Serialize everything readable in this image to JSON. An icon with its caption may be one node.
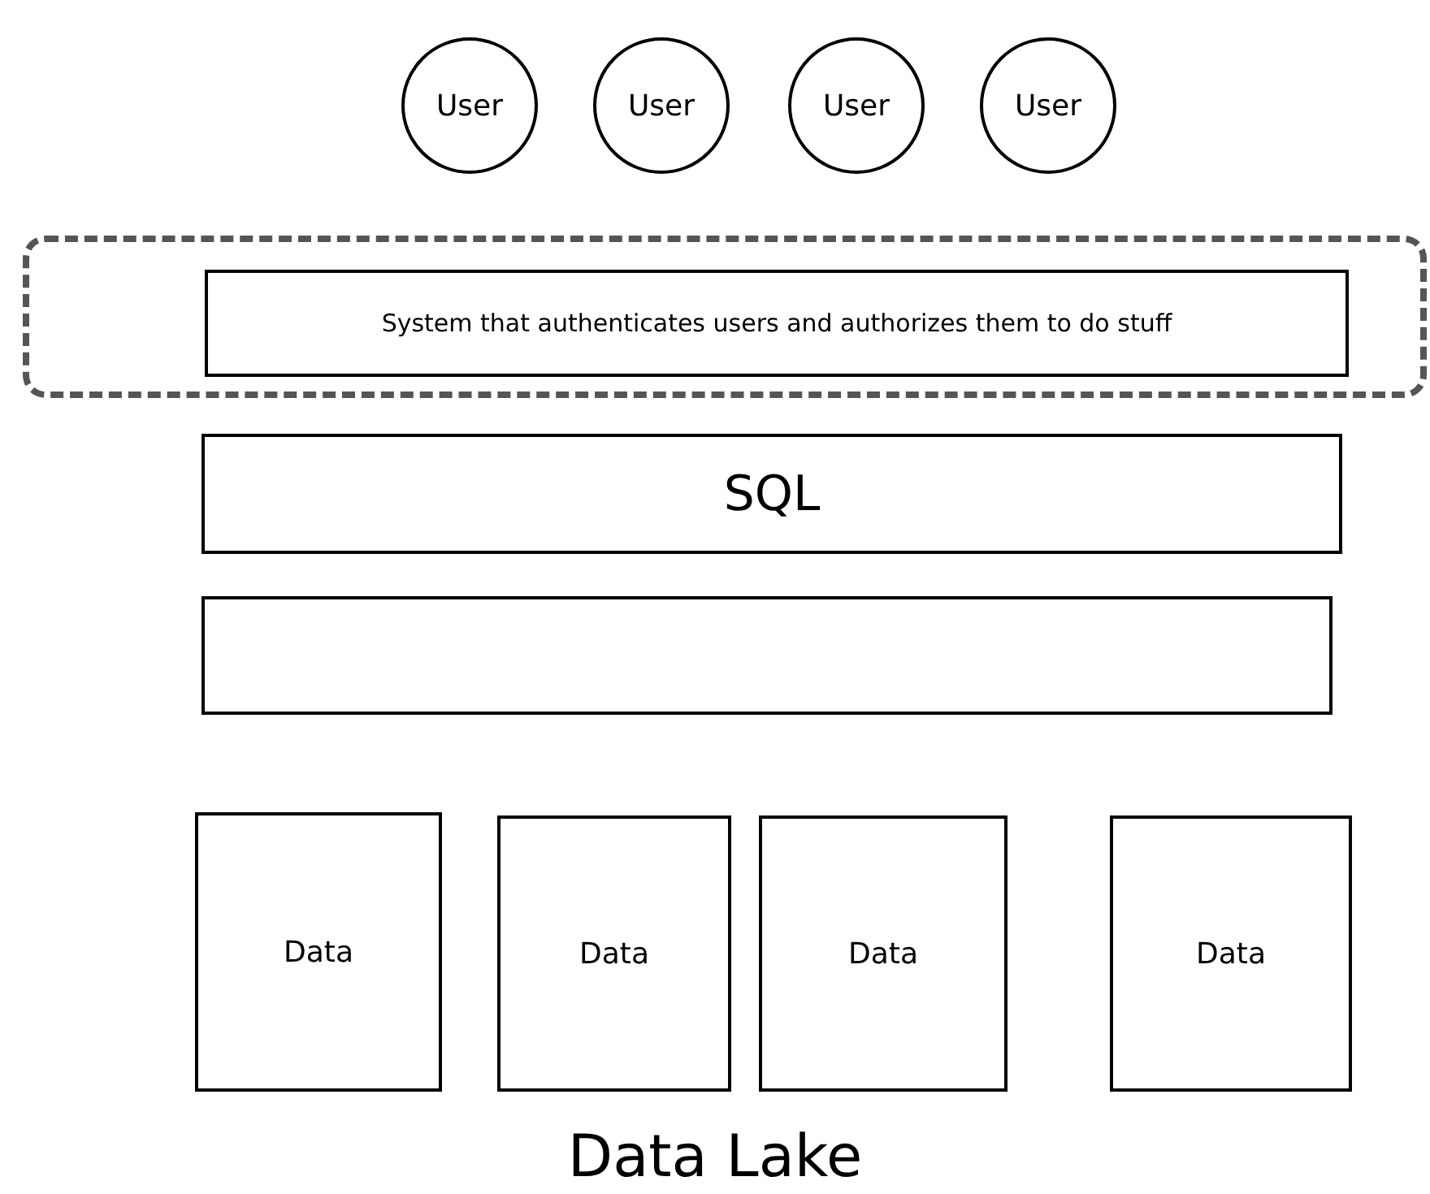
{
  "diagram": {
    "nodes": [
      {
        "text": [
          "User"
        ]
      },
      {
        "text": [
          "User"
        ]
      },
      {
        "text": [
          "User"
        ]
      },
      {
        "text": [
          "User"
        ]
      },
      {
        "text": [],
        "shape": "box"
      },
      {
        "text": [
          "System that authenticates users and authorizes them to do stuff"
        ],
        "in": 4
      },
      {
        "text": [
          "SQL"
        ]
      },
      {
        "text": [],
        "shape": "box"
      },
      {
        "text": [
          "Data"
        ]
      },
      {
        "text": [
          "Data"
        ]
      },
      {
        "text": [
          "Data"
        ]
      },
      {
        "text": [
          "Data"
        ]
      }
    ],
    "labels": [
      "Data Lake"
    ]
  }
}
